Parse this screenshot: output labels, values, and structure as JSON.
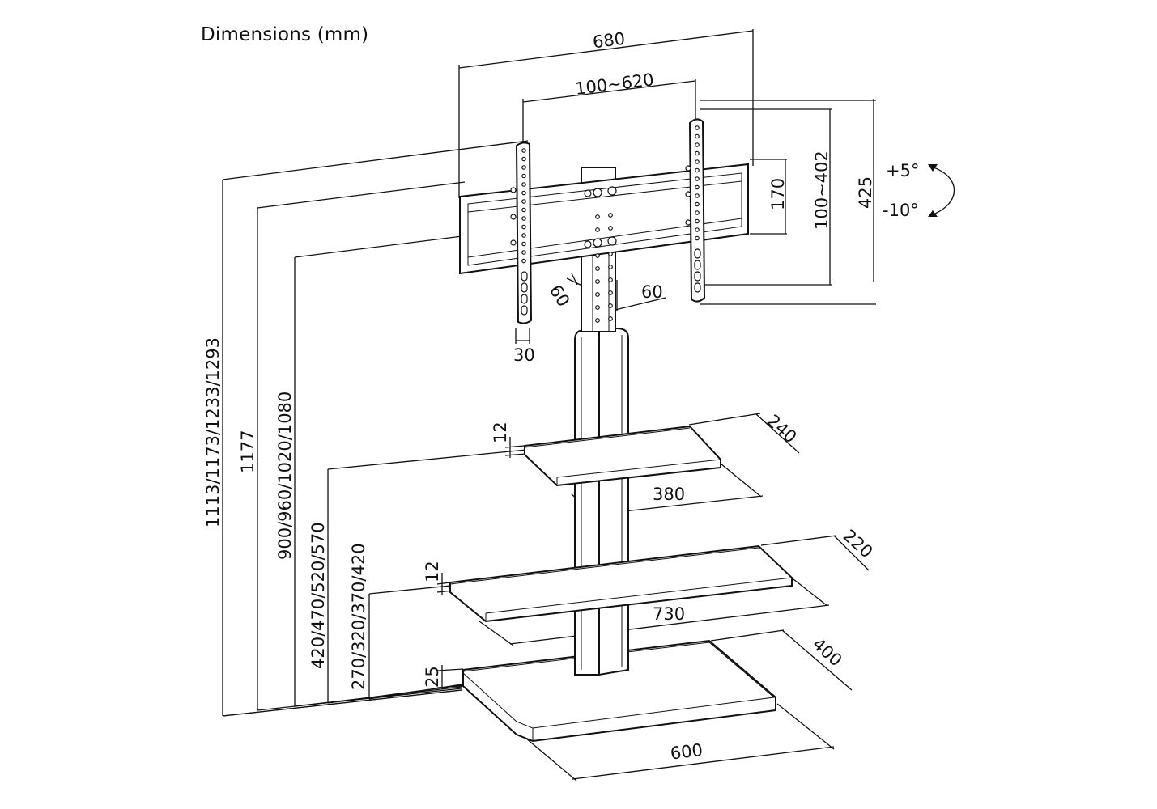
{
  "title": "Dimensions (mm)",
  "labels": {
    "mount_width": "680",
    "vesa_horizontal": "100~620",
    "rail_height": "170",
    "vesa_vertical": "100~402",
    "bracket_height": "425",
    "tilt_up": "+5°",
    "tilt_down": "-10°",
    "hole_pitch_a": "60",
    "hole_pitch_b": "60",
    "arm_width": "30",
    "total_height": "1113/1173/1233/1293",
    "column_height": "1177",
    "mount_center_height": "900/960/1020/1080",
    "top_shelf_height": "420/470/520/570",
    "middle_shelf_height": "270/320/370/420",
    "top_shelf_thickness": "12",
    "top_shelf_depth": "240",
    "top_shelf_width": "380",
    "middle_shelf_thickness": "12",
    "middle_shelf_depth": "220",
    "middle_shelf_width": "730",
    "base_thickness": "25",
    "base_depth": "400",
    "base_width": "600"
  }
}
